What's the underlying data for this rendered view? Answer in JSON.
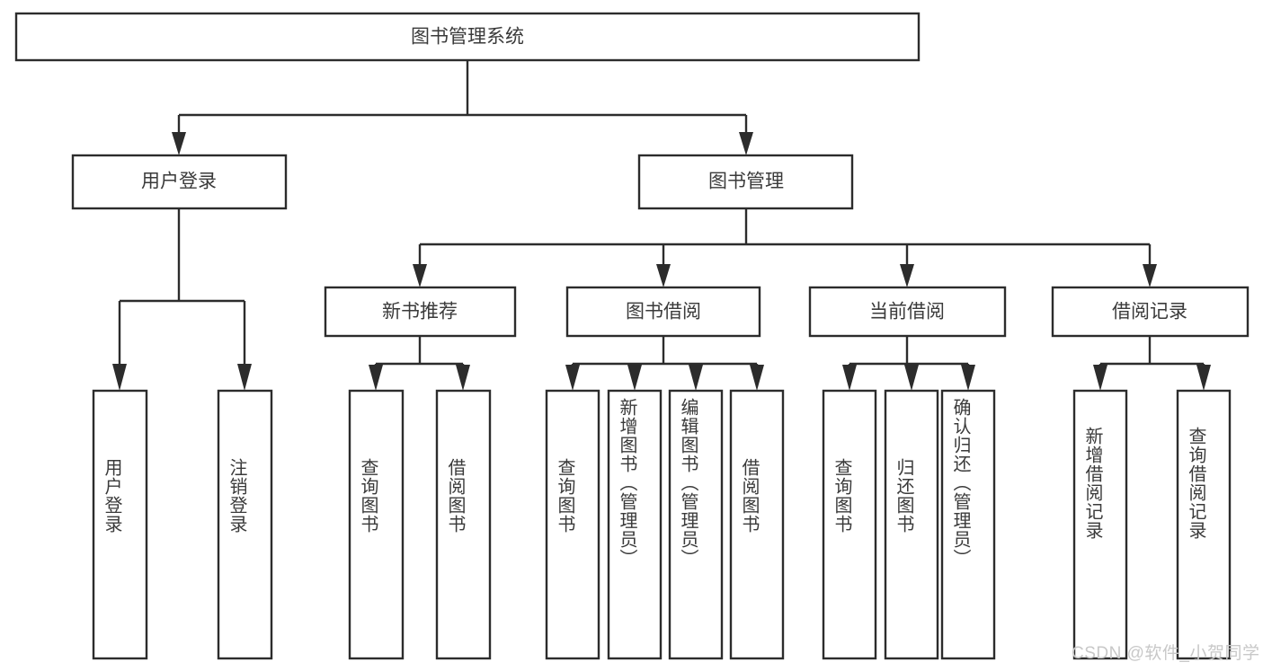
{
  "diagram": {
    "title": "图书管理系统",
    "type": "tree-hierarchy-chart",
    "orientation": "top-down",
    "theme": {
      "background": "#ffffff",
      "box_stroke": "#2c2c2c",
      "box_fill": "#ffffff",
      "text_color": "#3a3a3a",
      "watermark_color": "#c8c8c8"
    },
    "root": {
      "label": "图书管理系统",
      "name": "node-root"
    },
    "level2": [
      {
        "label": "用户登录",
        "name": "node-user-login"
      },
      {
        "label": "图书管理",
        "name": "node-book-management"
      }
    ],
    "level3": [
      {
        "label": "新书推荐",
        "name": "node-new-book-recommend"
      },
      {
        "label": "图书借阅",
        "name": "node-book-borrow"
      },
      {
        "label": "当前借阅",
        "name": "node-current-borrow"
      },
      {
        "label": "借阅记录",
        "name": "node-borrow-record"
      }
    ],
    "leaves": {
      "user_login": [
        {
          "label": "用户登录",
          "name": "leaf-user-login"
        },
        {
          "label": "注销登录",
          "name": "leaf-logout-login"
        }
      ],
      "new_book_recommend": [
        {
          "label": "查询图书",
          "name": "leaf-query-book-1"
        },
        {
          "label": "借阅图书",
          "name": "leaf-borrow-book-1"
        }
      ],
      "book_borrow": [
        {
          "label": "查询图书",
          "name": "leaf-query-book-2"
        },
        {
          "label": "新增图书（管理员）",
          "name": "leaf-add-book-admin"
        },
        {
          "label": "编辑图书（管理员）",
          "name": "leaf-edit-book-admin"
        },
        {
          "label": "借阅图书",
          "name": "leaf-borrow-book-2"
        }
      ],
      "current_borrow": [
        {
          "label": "查询图书",
          "name": "leaf-query-book-3"
        },
        {
          "label": "归还图书",
          "name": "leaf-return-book"
        },
        {
          "label": "确认归还（管理员）",
          "name": "leaf-confirm-return-admin"
        }
      ],
      "borrow_record": [
        {
          "label": "新增借阅记录",
          "name": "leaf-add-borrow-record"
        },
        {
          "label": "查询借阅记录",
          "name": "leaf-query-borrow-record"
        }
      ]
    },
    "watermark": "CSDN @软件_小贺同学"
  }
}
